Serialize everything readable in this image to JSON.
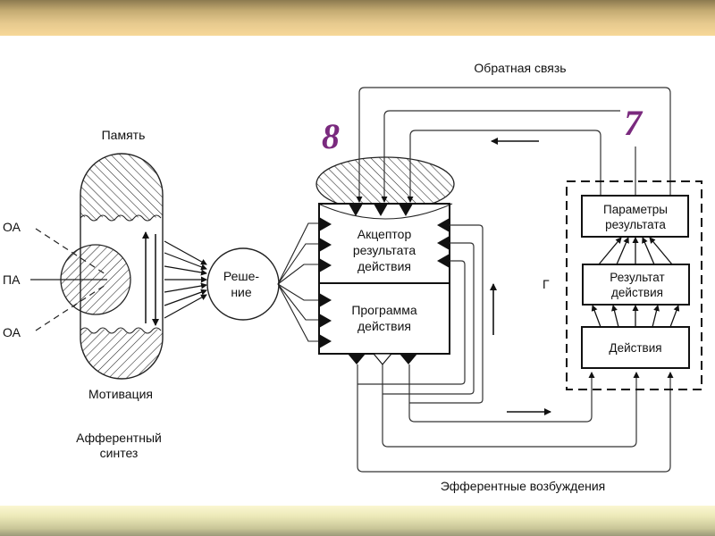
{
  "slide": {
    "accent_colors": {
      "top_band": "#e6c98e",
      "bottom_band": "#ece9b8",
      "number_color": "#7a2a7e"
    }
  },
  "diagram": {
    "title_feedback": "Обратная связь",
    "title_efferent": "Эфферентные возбуждения",
    "afferent_synthesis": {
      "memory_label": "Память",
      "motivation_label": "Мотивация",
      "caption_line1": "Афферентный",
      "caption_line2": "синтез",
      "inputs": [
        "ОА",
        "ПА",
        "ОА"
      ]
    },
    "decision": {
      "line1": "Реше-",
      "line2": "ние"
    },
    "acceptor": {
      "line1": "Акцептор",
      "line2": "результата",
      "line3": "действия"
    },
    "program": {
      "line1": "Программа",
      "line2": "действия"
    },
    "environment": {
      "marker": "Г",
      "params": {
        "line1": "Параметры",
        "line2": "результата"
      },
      "result": {
        "line1": "Результат",
        "line2": "действия"
      },
      "actions": {
        "line1": "Действия"
      }
    },
    "stage_numbers": {
      "acceptor_stage": "8",
      "feedback_stage": "7"
    }
  }
}
